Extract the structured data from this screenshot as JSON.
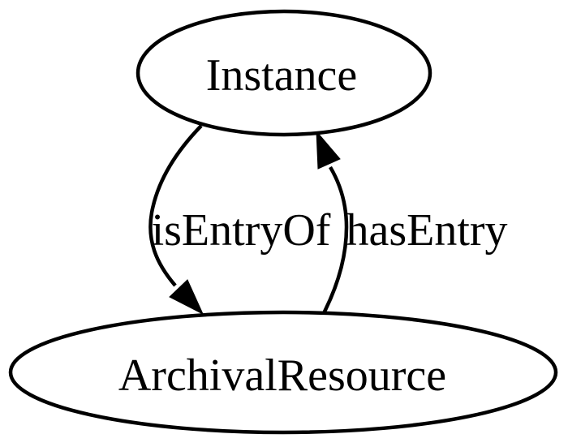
{
  "diagram": {
    "type": "directed-graph",
    "background_color": "#ffffff",
    "stroke_color": "#000000",
    "text_color": "#000000",
    "nodes": [
      {
        "id": "instance",
        "label": "Instance",
        "shape": "ellipse"
      },
      {
        "id": "archival_resource",
        "label": "ArchivalResource",
        "shape": "ellipse"
      }
    ],
    "edges": [
      {
        "from": "Instance",
        "to": "ArchivalResource",
        "label": "isEntryOf",
        "direction": "down"
      },
      {
        "from": "ArchivalResource",
        "to": "Instance",
        "label": "hasEntry",
        "direction": "up"
      }
    ]
  }
}
